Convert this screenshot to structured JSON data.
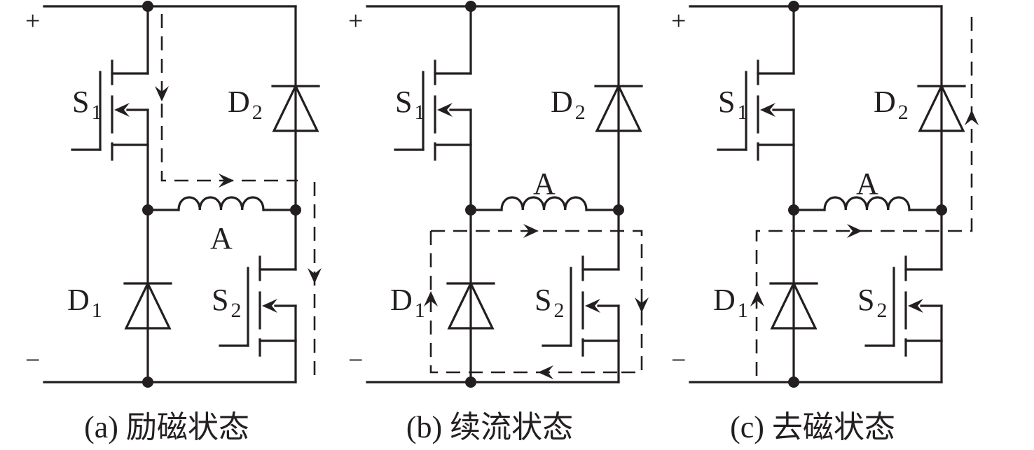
{
  "figure": {
    "panels": [
      {
        "id": "a",
        "caption": "(a) 励磁状态",
        "state": "excitation",
        "labels": {
          "s1": "S",
          "s1_sub": "1",
          "s2": "S",
          "s2_sub": "2",
          "d1": "D",
          "d1_sub": "1",
          "d2": "D",
          "d2_sub": "2",
          "winding": "A",
          "plus": "+",
          "minus": "−"
        },
        "winding_label_position": "below",
        "current_path": "S1 → winding A → S2",
        "current_path_segments": [
          "top-rail → through S1 (down)",
          "across winding A (right)",
          "through S2 to bottom rail (down)"
        ]
      },
      {
        "id": "b",
        "caption": "(b) 续流状态",
        "state": "freewheeling",
        "labels": {
          "s1": "S",
          "s1_sub": "1",
          "s2": "S",
          "s2_sub": "2",
          "d1": "D",
          "d1_sub": "1",
          "d2": "D",
          "d2_sub": "2",
          "winding": "A",
          "plus": "+",
          "minus": "−"
        },
        "winding_label_position": "above",
        "current_path": "D1 → winding A → S2 → D1 (loop)",
        "current_path_segments": [
          "up through D1",
          "across winding A (right)",
          "down through S2",
          "back along bottom (left)"
        ]
      },
      {
        "id": "c",
        "caption": "(c) 去磁状态",
        "state": "demagnetization",
        "labels": {
          "s1": "S",
          "s1_sub": "1",
          "s2": "S",
          "s2_sub": "2",
          "d1": "D",
          "d1_sub": "1",
          "d2": "D",
          "d2_sub": "2",
          "winding": "A",
          "plus": "+",
          "minus": "−"
        },
        "winding_label_position": "above",
        "current_path": "D1 → winding A → D2 → top rail",
        "current_path_segments": [
          "up through D1",
          "across winding A (right)",
          "up through D2 to top rail"
        ]
      }
    ]
  }
}
